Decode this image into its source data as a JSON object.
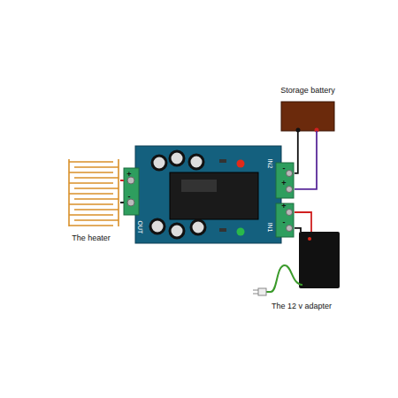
{
  "diagram": {
    "nodes": [
      {
        "text": [
          "Storage battery"
        ]
      },
      {
        "text": [
          "The heater"
        ]
      },
      {
        "text": [
          "IN2",
          "OUT",
          "IN1"
        ]
      },
      {
        "text": [
          "The 12 v adapter"
        ]
      }
    ],
    "edges": [
      {
        "from": 0,
        "to": 2,
        "arrow": "none"
      },
      {
        "from": 2,
        "to": 1,
        "arrow": "none"
      },
      {
        "from": 3,
        "to": 2,
        "arrow": "none"
      }
    ],
    "labels": [
      "+",
      "-",
      "-",
      "+",
      "+",
      "-"
    ]
  }
}
